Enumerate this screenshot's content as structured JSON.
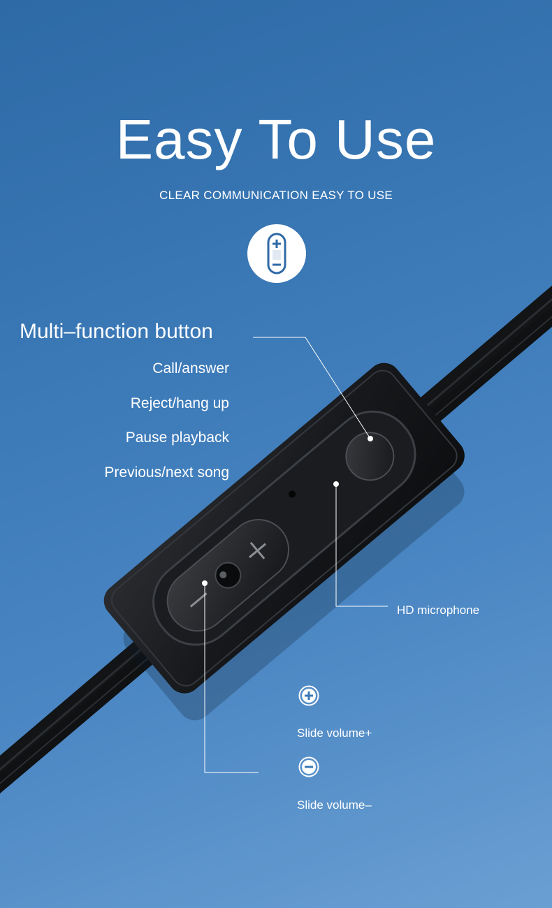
{
  "header": {
    "title": "Easy To Use",
    "subtitle": "CLEAR COMMUNICATION EASY TO USE"
  },
  "multi_function": {
    "title": "Multi–function button",
    "functions": [
      "Call/answer",
      "Reject/hang up",
      "Pause playback",
      "Previous/next song"
    ]
  },
  "microphone": {
    "label": "HD microphone"
  },
  "volume": {
    "up_label": "Slide volume+",
    "down_label": "Slide volume–"
  },
  "icons": {
    "badge": "remote-control-icon",
    "volume_up": "plus-circle-icon",
    "volume_down": "minus-circle-icon"
  },
  "colors": {
    "background_top": "#2d6aa6",
    "background_bottom": "#6a9fd2",
    "remote_body": "#1b1d20",
    "text": "#ffffff",
    "badge_icon": "#2f6aa6"
  }
}
